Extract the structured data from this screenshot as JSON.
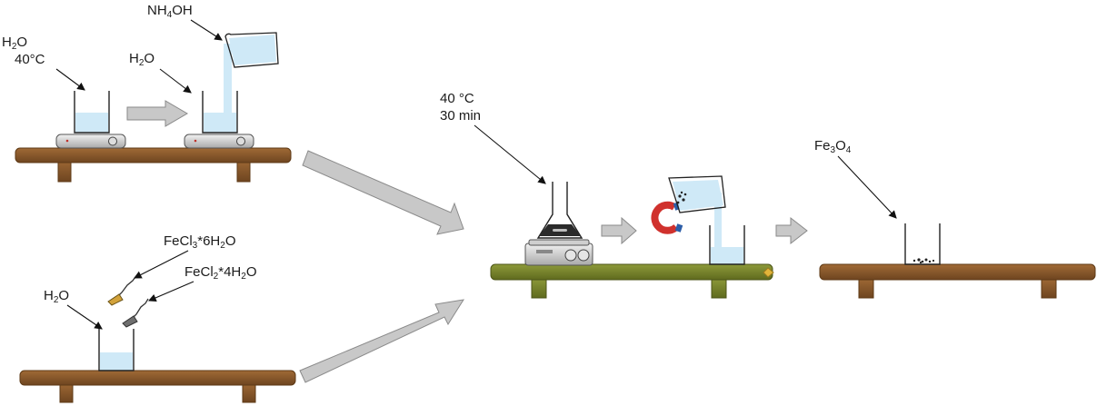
{
  "step1": {
    "water_temp": {
      "formula": "H",
      "sub": "2",
      "suffix": "O",
      "temp": "40°C"
    },
    "water": {
      "formula": "H",
      "sub": "2",
      "suffix": "O"
    },
    "ammonia": {
      "pre": "NH",
      "sub": "4",
      "post": "OH"
    }
  },
  "step2": {
    "water": {
      "formula": "H",
      "sub": "2",
      "suffix": "O"
    },
    "fecl3": {
      "pre": "FeCl",
      "sub1": "3",
      "mid": "*6H",
      "sub2": "2",
      "post": "O"
    },
    "fecl2": {
      "pre": "FeCl",
      "sub1": "2",
      "mid": "*4H",
      "sub2": "2",
      "post": "O"
    }
  },
  "step3": {
    "temp": "40 °C",
    "time": "30 min"
  },
  "step4": {
    "product": {
      "pre": "Fe",
      "sub1": "3",
      "mid": "O",
      "sub2": "4"
    }
  },
  "colors": {
    "wood": "#8b5a2b",
    "wood_dark": "#5e3a16",
    "shelf_green": "#7f8a2e",
    "water": "#cfe9f7",
    "arrow_fill": "#c8c8c8",
    "arrow_stroke": "#8a8a8a",
    "magnet_red": "#d0312d",
    "magnet_blue": "#2d5ea8"
  }
}
